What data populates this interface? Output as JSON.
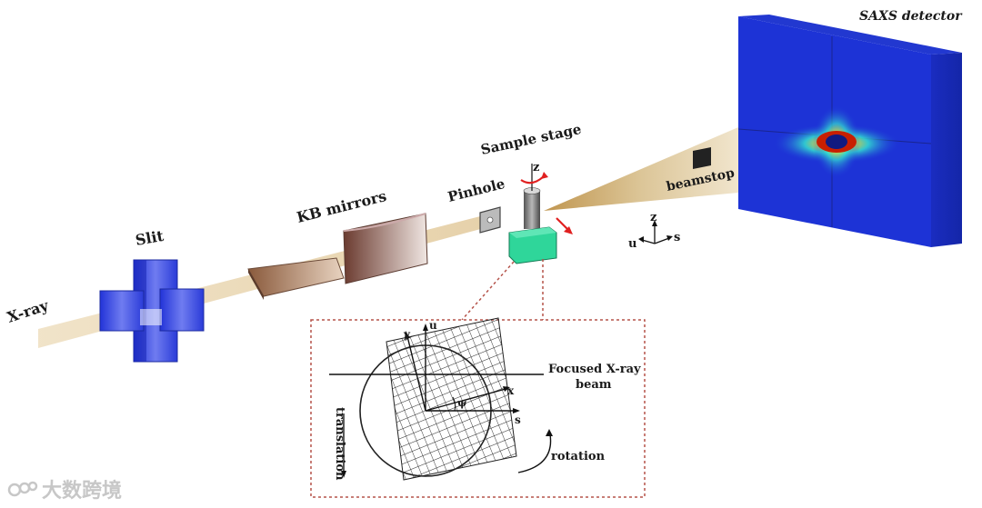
{
  "labels": {
    "xray": "X-ray",
    "slit": "Slit",
    "kb_mirrors": "KB mirrors",
    "pinhole": "Pinhole",
    "sample_stage": "Sample stage",
    "saxs_detector": "SAXS detector",
    "beamstop": "beamstop",
    "stage_axis_z": "z",
    "coords": {
      "z": "z",
      "u": "u",
      "s": "s"
    }
  },
  "inset": {
    "focused_beam_line1": "Focused X-ray",
    "focused_beam_line2": "beam",
    "translation": "translation",
    "rotation": "rotation",
    "axes": {
      "y": "y",
      "u": "u",
      "x": "x",
      "s": "s",
      "psi": "ψ"
    }
  },
  "watermark": "大数跨境",
  "colors": {
    "beam": "#e7d3b2",
    "slit_blue": "#3f4fe0",
    "stage_green": "#2fd69a",
    "detector_blue": "#1d33d6",
    "inset_border": "#b5534a",
    "arrow_red": "#e02020"
  }
}
